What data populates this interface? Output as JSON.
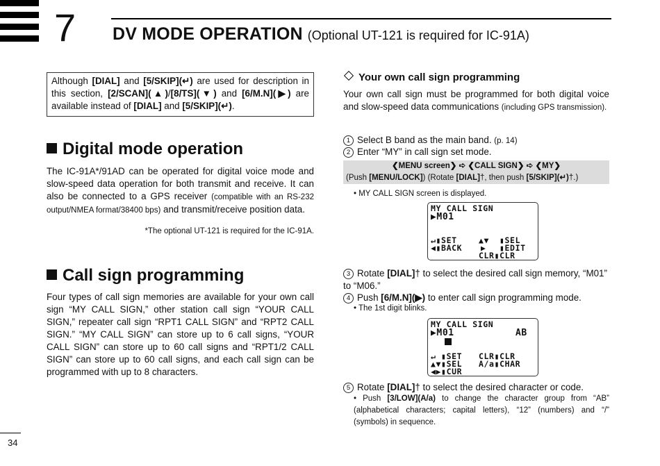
{
  "header": {
    "chapter_number": "7",
    "title_main": "DV MODE OPERATION",
    "title_optional": "(Optional UT-121 is required for IC-91A)"
  },
  "note_box": {
    "t1": "Although ",
    "b1": "[DIAL]",
    "t2": " and ",
    "b2": "[5/SKIP](↵)",
    "t3": " are used for description in this section, ",
    "b3": "[2/SCAN](▲)",
    "t4": "/",
    "b4": "[8/TS](▼)",
    "t5": " and ",
    "b5": "[6/M.N](▶)",
    "t6": " are available instead of ",
    "b6": "[DIAL]",
    "t7": " and ",
    "b7": "[5/SKIP](↵)",
    "t8": "."
  },
  "digital": {
    "heading": "Digital mode operation",
    "p1": "The IC-91A*/91AD can be operated for digital voice mode and slow-speed data operation for both transmit and receive. It can also be connected to a GPS receiver ",
    "p1_small": "(compatible with an RS-232 output/NMEA format/38400 bps)",
    "p1_end": " and transmit/receive position data.",
    "footnote": "*The optional UT-121 is required for the IC-91A."
  },
  "callsign": {
    "heading": "Call sign programming",
    "paragraph": "Four types of call sign memories are available for your own call sign “MY CALL SIGN,” other station call sign “YOUR CALL SIGN,” repeater call sign “RPT1 CALL SIGN” and “RPT2 CALL SIGN.” “MY CALL SIGN” can store up to 6 call signs, “YOUR CALL SIGN” can store up to 60 call signs and “RPT1/2 CALL SIGN” can store up to 60 call signs, and each call sign can be programmed with up to 8 characters."
  },
  "own": {
    "heading": "Your own call sign programming",
    "intro": "Your own call sign must be programmed for both digital voice and slow-speed data communications ",
    "intro_small": "(including GPS transmission).",
    "step1_num": "1",
    "step1": "Select B band as the main band. ",
    "step1_ref": "(p. 14)",
    "step2_num": "2",
    "step2": "Enter “MY” in call sign set mode.",
    "menu_line": "❮MENU screen❯  ➪  ❮CALL SIGN❯  ➪  ❮MY❯",
    "push_pre": "(Push ",
    "push_b1": "[MENU/LOCK]",
    "push_mid": ") (Rotate ",
    "push_b2": "[DIAL]",
    "push_mid2": "†, then push ",
    "push_b3": "[5/SKIP](↵)",
    "push_end": "†.)",
    "bullet1": "• MY CALL SIGN screen is displayed.",
    "lcd1": {
      "l1": "MY CALL SIGN",
      "l2": "▶M01",
      "l3a": "↵▮SET",
      "l3b": "▲▼",
      "l3c": "▮SEL",
      "l4a": "◀▮BACK",
      "l4b": "▶",
      "l4c": "▮EDIT",
      "l5": "CLR▮CLR"
    },
    "step3_num": "3",
    "step3_pre": "Rotate ",
    "step3_b": "[DIAL]",
    "step3_post": "† to select the desired call sign memory, “M01” to “M06.”",
    "step4_num": "4",
    "step4_pre": "Push ",
    "step4_b": "[6/M.N](▶)",
    "step4_post": " to enter call sign programming mode.",
    "bullet2": "• The 1st digit blinks.",
    "lcd2": {
      "l1": "MY CALL SIGN",
      "l2": "▶M01",
      "l2r": "AB",
      "l4a": "↵ ▮SET",
      "l4b": "CLR▮CLR",
      "l5a": "▲▼▮SEL",
      "l5b": "A/a▮CHAR",
      "l6": "◀▶▮CUR"
    },
    "step5_num": "5",
    "step5_pre": "Rotate ",
    "step5_b": "[DIAL]",
    "step5_post": "† to select the desired character or code.",
    "bullet3_pre": "• Push ",
    "bullet3_b": "[3/LOW](A/a)",
    "bullet3_post": " to change the character group from “AB” (alphabetical characters; capital letters), “12” (numbers) and “/” (symbols) in sequence."
  },
  "page_number": "34"
}
